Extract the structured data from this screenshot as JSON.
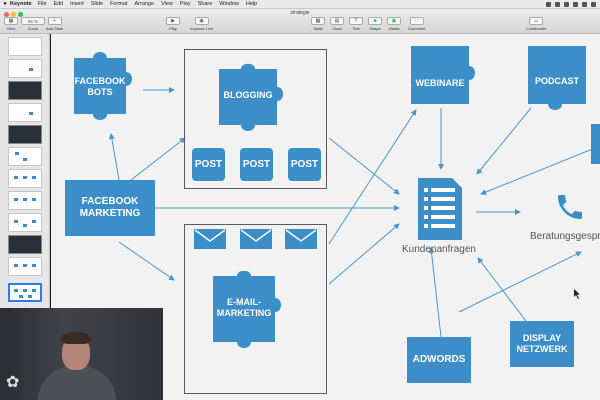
{
  "menubar": {
    "app_name": "Keynote",
    "items": [
      "File",
      "Edit",
      "Insert",
      "Slide",
      "Format",
      "Arrange",
      "View",
      "Play",
      "Share",
      "Window",
      "Help"
    ]
  },
  "window": {
    "title": "strategie"
  },
  "toolbar": {
    "view": "View",
    "zoom_value": "96 %",
    "zoom": "Zoom",
    "add_slide": "Add Slide",
    "play": "Play",
    "keynote_live": "Keynote Live",
    "table": "Table",
    "chart": "Chart",
    "text": "Text",
    "shape": "Shape",
    "media": "Media",
    "comment": "Comment",
    "collaborate": "Collaborate"
  },
  "slide": {
    "facebook_bots": [
      "FACEBOOK",
      "BOTS"
    ],
    "blogging": "BLOGGING",
    "posts": [
      "POST",
      "POST",
      "POST"
    ],
    "facebook_marketing": [
      "FACEBOOK",
      "MARKETING"
    ],
    "email_marketing": [
      "E-MAIL-",
      "MARKETING"
    ],
    "webinare": "WEBINARE",
    "podcast": "PODCAST",
    "kundenanfragen": "Kundenanfragen",
    "beratungsgespraech": "Beratungsgespr",
    "adwords": "ADWORDS",
    "display_netzwerk": [
      "DISPLAY",
      "NETZWERK"
    ]
  },
  "colors": {
    "accent": "#3c8ec8",
    "arrow": "#4a95cc",
    "canvas": "#f2f2f3"
  },
  "icons": {
    "document": "list-document-icon",
    "phone": "phone-icon",
    "envelope": "envelope-icon"
  }
}
